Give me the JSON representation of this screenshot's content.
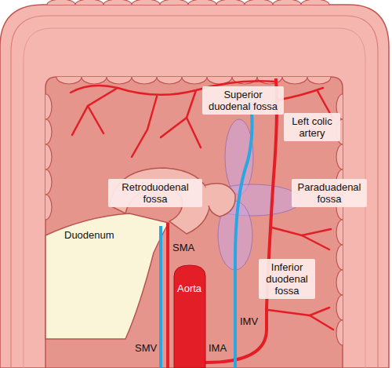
{
  "diagram": {
    "labels": [
      "Superior duodenal fossa",
      "Left colic artery",
      "Retroduodenal fossa",
      "Paraduadenal fossa",
      "Duodenum",
      "SMA",
      "Aorta",
      "Inferior duodenal fossa",
      "IMV",
      "SMV",
      "IMA"
    ]
  }
}
